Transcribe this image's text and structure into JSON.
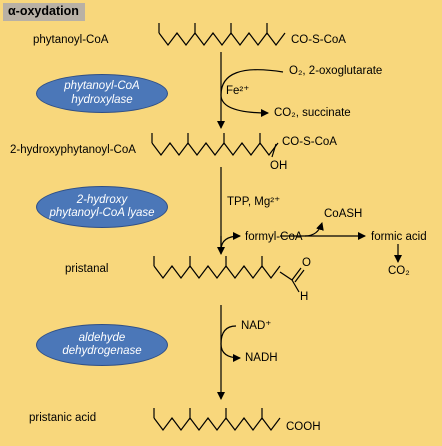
{
  "title": "α-oxydation",
  "compounds": {
    "phytanoyl": "phytanoyl-CoA",
    "hydroxy": "2-hydroxyphytanoyl-CoA",
    "pristanal": "pristanal",
    "pristanic": "pristanic acid"
  },
  "groups": {
    "co_s_coa_1": "CO-S-CoA",
    "co_s_coa_2": "CO-S-CoA",
    "oh": "OH",
    "o": "O",
    "h": "H",
    "cooh": "COOH"
  },
  "enzymes": {
    "e1": "phytanoyl-CoA\nhydroxylase",
    "e2": "2-hydroxy\nphytanoyl-CoA lyase",
    "e3": "aldehyde\ndehydrogenase"
  },
  "cofactors": {
    "step1_in": "O₂, 2-oxoglutarate",
    "step1_metal": "Fe²⁺",
    "step1_out": "CO₂, succinate",
    "step2_in": "TPP, Mg²⁺",
    "formyl": "formyl-CoA",
    "coash": "CoASH",
    "formic": "formic acid",
    "co2": "CO₂",
    "step3_in": "NAD⁺",
    "step3_out": "NADH"
  },
  "colors": {
    "background": "#f8d77c",
    "title_box": "#b9b1a5",
    "enzyme_fill": "#4b77b8"
  }
}
